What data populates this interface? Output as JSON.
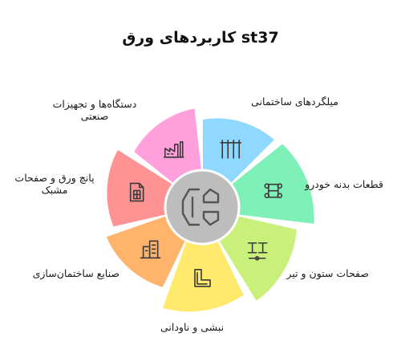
{
  "title": "کاربردهای ورق st37",
  "colors": {
    "hub_fill": "#bdbdbd",
    "hub_stroke": "#555555",
    "segments": [
      "#8fd8ff",
      "#7ef0b8",
      "#c8f07a",
      "#ffea6e",
      "#ffb36b",
      "#ff9393",
      "#ff9fdc"
    ]
  },
  "segments": [
    {
      "label": "میلگردهای ساختمانی",
      "icon": "rebar-icon"
    },
    {
      "label": "قطعات بدنه خودرو",
      "icon": "car-chassis-icon"
    },
    {
      "label": "صفحات ستون و تیر",
      "icon": "column-beam-icon"
    },
    {
      "label": "نبشی و ناودانی",
      "icon": "angle-profile-icon"
    },
    {
      "label": "صنایع ساختمان‌سازی",
      "icon": "buildings-icon"
    },
    {
      "label": "پانچ ورق و صفحات مشبک",
      "icon": "perforated-sheet-icon"
    },
    {
      "label": "دستگاه‌ها و تجهیزات صنعتی",
      "icon": "factory-icon"
    }
  ],
  "center_icon": "steel-profile-icon"
}
